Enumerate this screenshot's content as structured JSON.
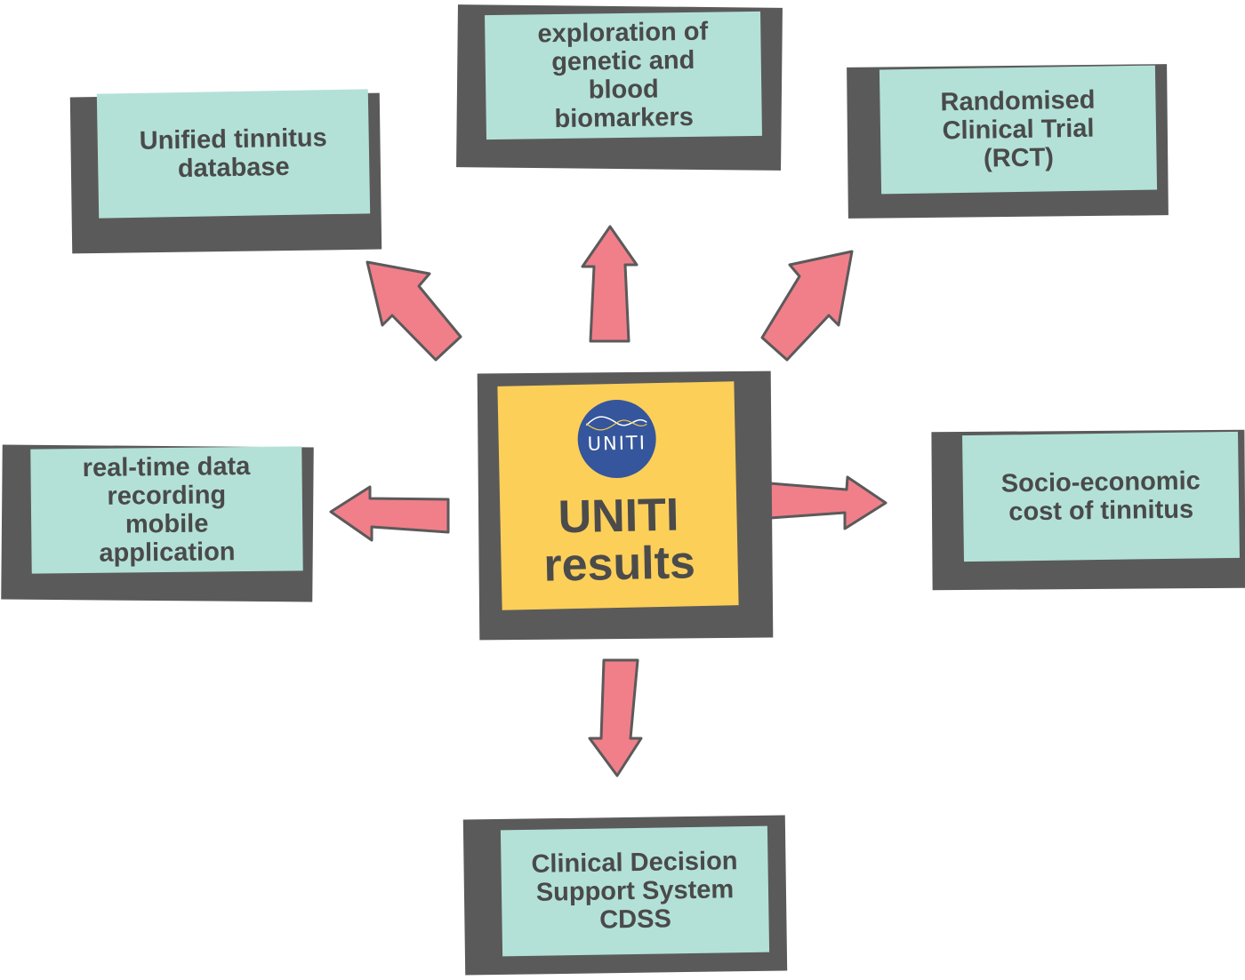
{
  "center": {
    "logo_text": "UNITI",
    "title": "UNITI\nresults"
  },
  "nodes": {
    "database": "Unified  tinnitus\ndatabase",
    "biomarkers": "exploration of\ngenetic and\nblood\nbiomarkers",
    "rct": "Randomised\nClinical Trial\n(RCT)",
    "mobile_app": "real-time data\nrecording\nmobile\napplication",
    "socio_economic": "Socio-economic\ncost of tinnitus",
    "cdss": "Clinical Decision\nSupport System\nCDSS"
  },
  "colors": {
    "card_fill": "#b3e1d7",
    "center_fill": "#fccf59",
    "shadow": "#5b5a5a",
    "arrow": "#f07f8a",
    "logo": "#35569c",
    "text": "#4a4a4a"
  }
}
